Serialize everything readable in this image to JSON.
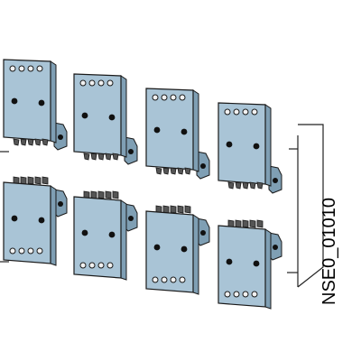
{
  "drawing_code": "NSE0_01010",
  "colors": {
    "terminal_face": "#a9c4d6",
    "terminal_side": "#7f9fb4",
    "terminal_edge": "#1a1a1a",
    "hole": "#111111",
    "stud": "#f2f2f2",
    "frame_line": "#222222"
  },
  "terminal_rows": [
    {
      "name": "upper-row",
      "count": 4
    },
    {
      "name": "lower-row",
      "count": 4
    }
  ]
}
